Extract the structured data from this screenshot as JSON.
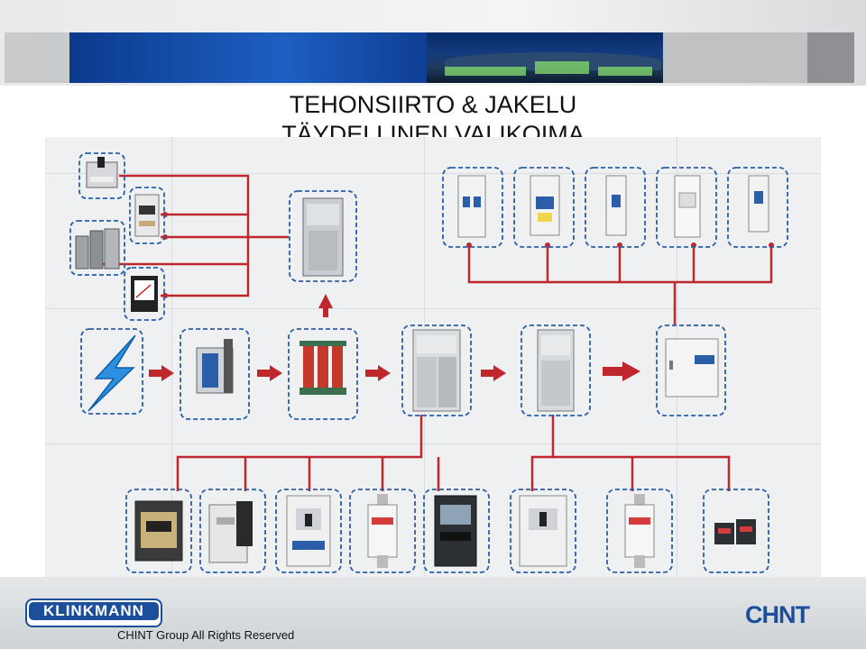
{
  "title": {
    "line1": "TEHONSIIRTO & JAKELU",
    "line2": "TÄYDELLINEN VALIKOIMA"
  },
  "footer": {
    "copyright": "CHINT Group All Rights Reserved"
  },
  "logos": {
    "left": "KLINKMANN",
    "right": "CHNT"
  },
  "colors": {
    "connector": "#c0272d",
    "dashed_box": "#2a5ea8",
    "header_blue": "#1d5fc1"
  },
  "diagram": {
    "nodes": [
      {
        "id": "changeover-switch",
        "icon": "changeover-switch-icon"
      },
      {
        "id": "contactor",
        "icon": "contactor-icon"
      },
      {
        "id": "capacitors",
        "icon": "capacitor-icon"
      },
      {
        "id": "panel-meter",
        "icon": "analog-meter-icon"
      },
      {
        "id": "compensation-cabinet",
        "icon": "cabinet-icon"
      },
      {
        "id": "mcb-1",
        "icon": "mcb-icon"
      },
      {
        "id": "rcbo",
        "icon": "rcbo-icon"
      },
      {
        "id": "mcb-2",
        "icon": "mcb-icon"
      },
      {
        "id": "time-switch",
        "icon": "time-switch-icon"
      },
      {
        "id": "mcb-3",
        "icon": "mcb-icon"
      },
      {
        "id": "power-source",
        "icon": "lightning-icon"
      },
      {
        "id": "vacuum-breaker",
        "icon": "vacuum-breaker-icon"
      },
      {
        "id": "transformer",
        "icon": "transformer-icon"
      },
      {
        "id": "switchgear-1",
        "icon": "switchgear-icon"
      },
      {
        "id": "switchgear-2",
        "icon": "switchgear-icon"
      },
      {
        "id": "distribution-board",
        "icon": "distribution-board-icon"
      },
      {
        "id": "air-circuit-breaker",
        "icon": "acb-icon"
      },
      {
        "id": "fuse-switch",
        "icon": "fuse-switch-icon"
      },
      {
        "id": "mccb-1",
        "icon": "mccb-icon"
      },
      {
        "id": "fuse-1",
        "icon": "fuse-icon"
      },
      {
        "id": "energy-meter",
        "icon": "energy-meter-icon"
      },
      {
        "id": "mccb-2",
        "icon": "mccb-icon"
      },
      {
        "id": "fuse-2",
        "icon": "fuse-icon"
      },
      {
        "id": "relays",
        "icon": "relay-icon"
      }
    ]
  }
}
